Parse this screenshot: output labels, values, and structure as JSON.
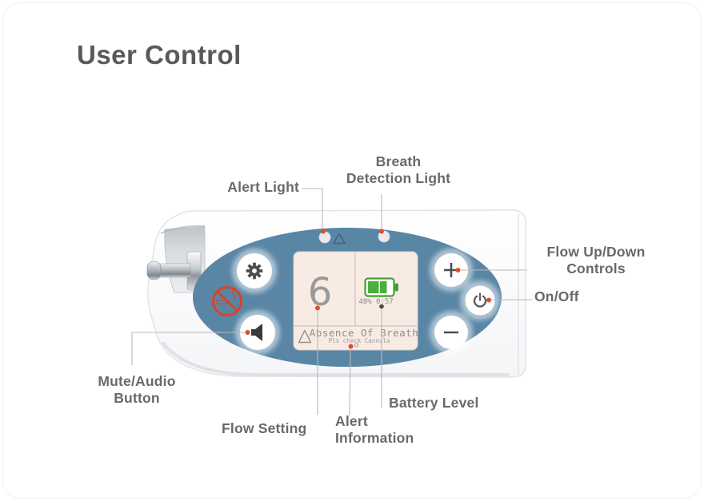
{
  "page": {
    "title": "User Control"
  },
  "labels": {
    "alert_light": "Alert Light",
    "breath_detection": "Breath\nDetection Light",
    "flow_controls": "Flow Up/Down\nControls",
    "on_off": "On/Off",
    "mute_audio": "Mute/Audio\nButton",
    "flow_setting": "Flow Setting",
    "alert_information": "Alert\nInformation",
    "battery_level": "Battery Level"
  },
  "device": {
    "screen": {
      "flow_value": "6",
      "battery_text": "48% 0:57",
      "alert_title": "Absence Of Breath",
      "alert_subtitle": "Pls check Cannula"
    },
    "icons": {
      "settings": "gear-icon",
      "mute": "speaker-icon",
      "flow_up": "plus-icon",
      "flow_down": "minus-icon",
      "power": "power-icon",
      "warning": "triangle-alert-icon",
      "no_smoking": "no-smoking-icon"
    }
  },
  "colors": {
    "panel_blue": "#5a86a5",
    "accent_orange": "#df4f2b",
    "battery_green": "#3da233",
    "screen_bg": "#f8ebe4",
    "label_gray": "#696969",
    "callout_line": "#b9b9b9"
  }
}
